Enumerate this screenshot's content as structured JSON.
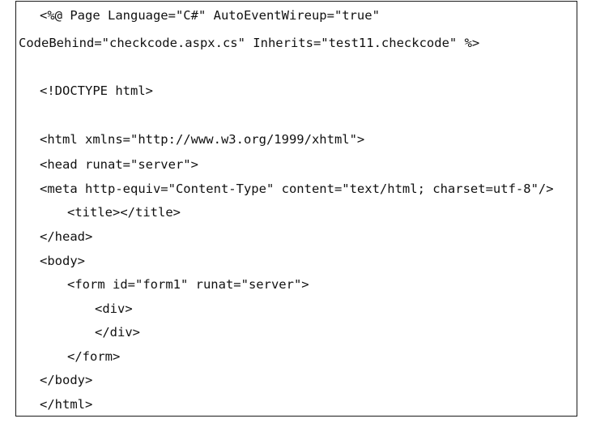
{
  "code": {
    "lines": [
      "<%@ Page Language=\"C#\" AutoEventWireup=\"true\"",
      "CodeBehind=\"checkcode.aspx.cs\" Inherits=\"test11.checkcode\" %>",
      "<!DOCTYPE html>",
      "<html xmlns=\"http://www.w3.org/1999/xhtml\">",
      "<head runat=\"server\">",
      "<meta http-equiv=\"Content-Type\" content=\"text/html; charset=utf-8\"/>",
      "<title></title>",
      "</head>",
      "<body>",
      "<form id=\"form1\" runat=\"server\">",
      "<div>",
      "</div>",
      "</form>",
      "</body>",
      "</html>"
    ]
  }
}
